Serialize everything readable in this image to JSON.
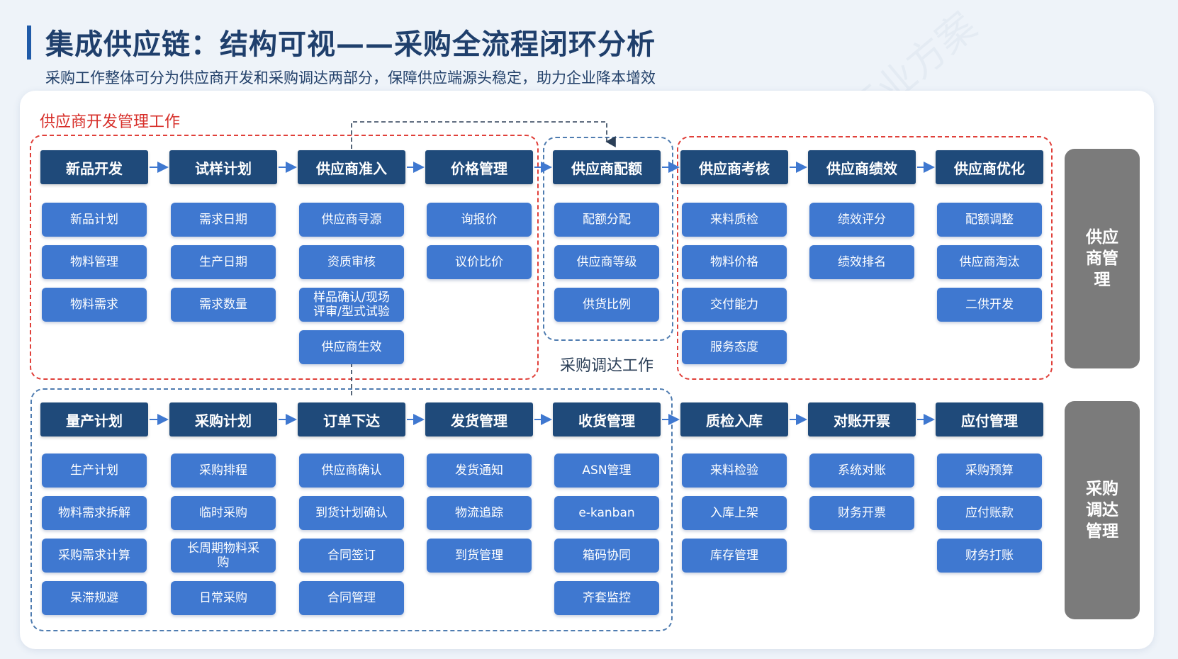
{
  "header": {
    "title": "集成供应链：结构可视——采购全流程闭环分析",
    "subtitle": "采购工作整体可分为供应商开发和采购调达两部分，保障供应端源头稳定，助力企业降本增效"
  },
  "regions": {
    "supplier_dev_label": "供应商开发管理工作",
    "procurement_label": "采购调达工作"
  },
  "watermark": "帆软行业方案",
  "side_labels": {
    "supplier_management": "供应\n商管\n理",
    "procurement_management": "采购\n调达\n管理"
  },
  "rows": [
    {
      "columns": [
        {
          "head": "新品开发",
          "items": [
            "新品计划",
            "物料管理",
            "物料需求"
          ]
        },
        {
          "head": "试样计划",
          "items": [
            "需求日期",
            "生产日期",
            "需求数量"
          ]
        },
        {
          "head": "供应商准入",
          "items": [
            "供应商寻源",
            "资质审核",
            "样品确认/现场\n评审/型式试验",
            "供应商生效"
          ]
        },
        {
          "head": "价格管理",
          "items": [
            "询报价",
            "议价比价"
          ]
        },
        {
          "head": "供应商配额",
          "items": [
            "配额分配",
            "供应商等级",
            "供货比例"
          ]
        },
        {
          "head": "供应商考核",
          "items": [
            "来料质检",
            "物料价格",
            "交付能力",
            "服务态度"
          ]
        },
        {
          "head": "供应商绩效",
          "items": [
            "绩效评分",
            "绩效排名"
          ]
        },
        {
          "head": "供应商优化",
          "items": [
            "配额调整",
            "供应商淘汰",
            "二供开发"
          ]
        }
      ]
    },
    {
      "columns": [
        {
          "head": "量产计划",
          "items": [
            "生产计划",
            "物料需求拆解",
            "采购需求计算",
            "呆滞规避"
          ]
        },
        {
          "head": "采购计划",
          "items": [
            "采购排程",
            "临时采购",
            "长周期物料采\n购",
            "日常采购"
          ]
        },
        {
          "head": "订单下达",
          "items": [
            "供应商确认",
            "到货计划确认",
            "合同签订",
            "合同管理"
          ]
        },
        {
          "head": "发货管理",
          "items": [
            "发货通知",
            "物流追踪",
            "到货管理"
          ]
        },
        {
          "head": "收货管理",
          "items": [
            "ASN管理",
            "e-kanban",
            "箱码协同",
            "齐套监控"
          ]
        },
        {
          "head": "质检入库",
          "items": [
            "来料检验",
            "入库上架",
            "库存管理"
          ]
        },
        {
          "head": "对账开票",
          "items": [
            "系统对账",
            "财务开票"
          ]
        },
        {
          "head": "应付管理",
          "items": [
            "采购预算",
            "应付账款",
            "财务打账"
          ]
        }
      ]
    }
  ]
}
